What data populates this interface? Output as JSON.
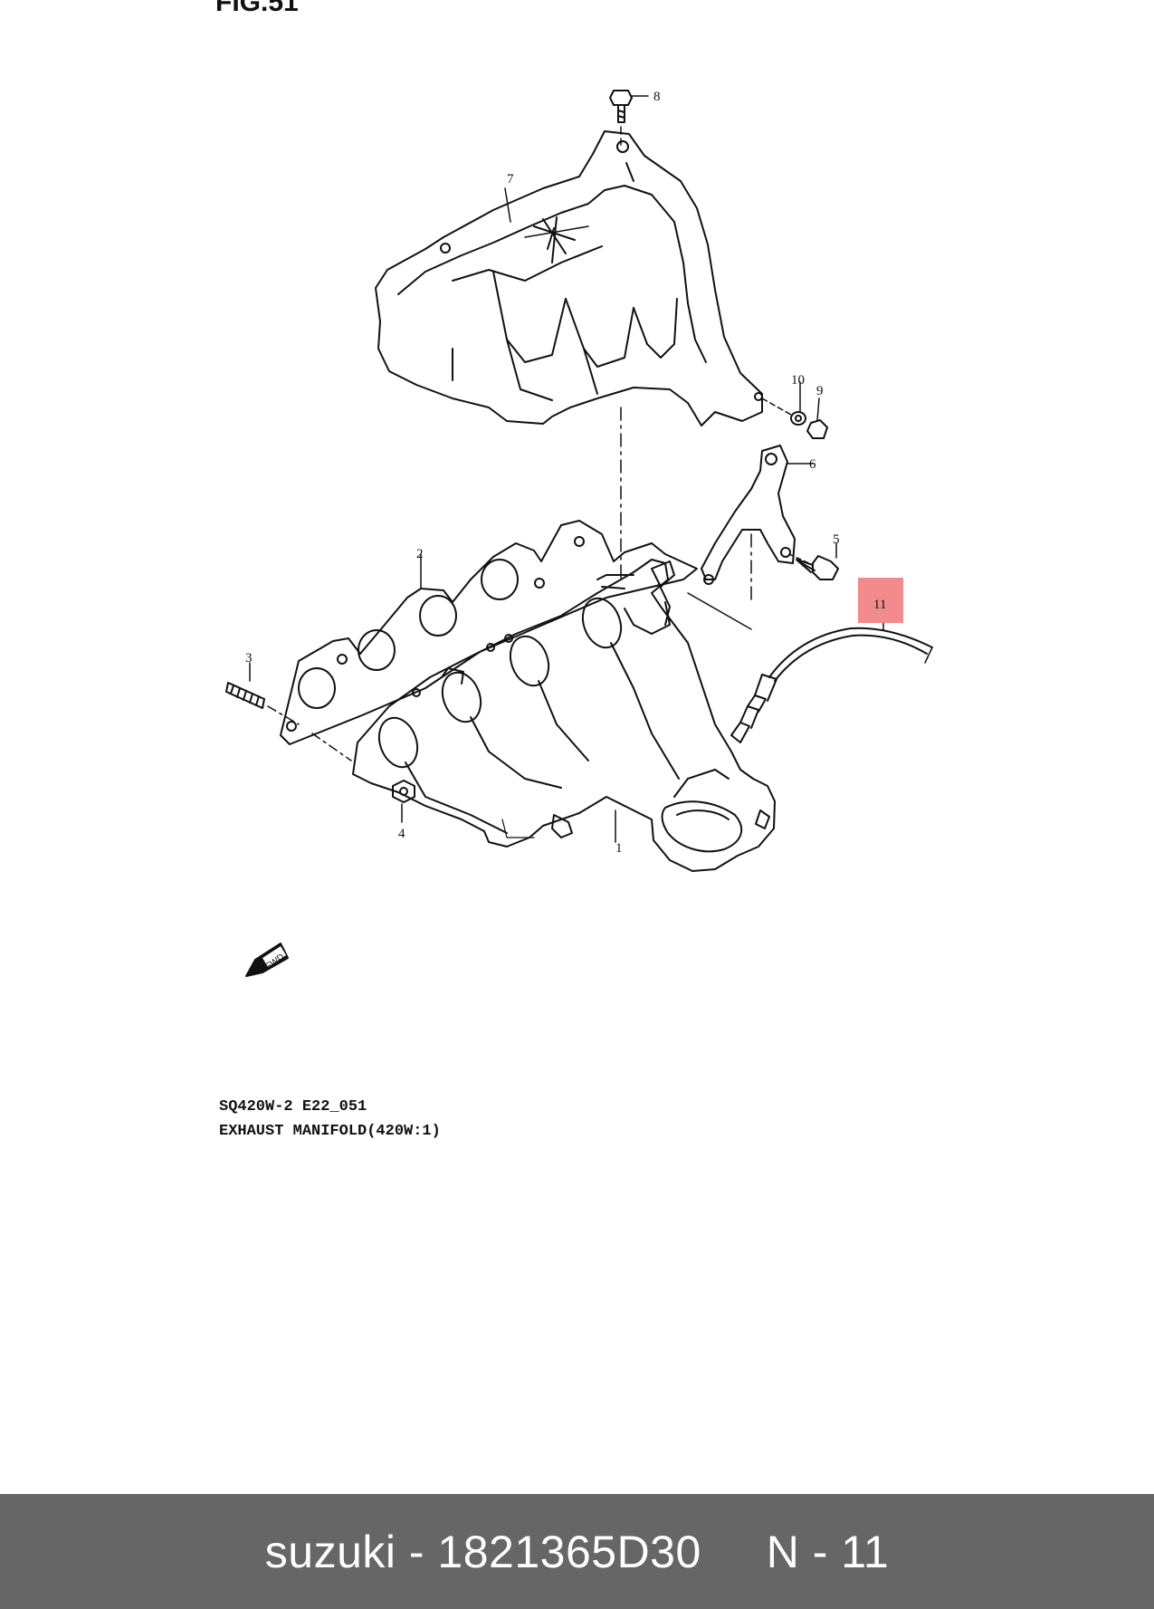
{
  "figure": {
    "heading": "FIG.51"
  },
  "callouts": [
    {
      "id": "1",
      "text": "1"
    },
    {
      "id": "2",
      "text": "2"
    },
    {
      "id": "3",
      "text": "3"
    },
    {
      "id": "4",
      "text": "4"
    },
    {
      "id": "5",
      "text": "5"
    },
    {
      "id": "6",
      "text": "6"
    },
    {
      "id": "7",
      "text": "7"
    },
    {
      "id": "8",
      "text": "8"
    },
    {
      "id": "9",
      "text": "9"
    },
    {
      "id": "10",
      "text": "10"
    },
    {
      "id": "11",
      "text": "11",
      "highlighted": true
    }
  ],
  "fwd_label": "FWD",
  "caption": {
    "line1": "SQ420W-2 E22_051",
    "line2": "EXHAUST MANIFOLD(420W:1)"
  },
  "footer": {
    "text": "suzuki - 1821365D30     N - 11"
  },
  "colors": {
    "highlight": "#f28b8b",
    "footer_bg": "#666666",
    "footer_text": "#ffffff"
  }
}
